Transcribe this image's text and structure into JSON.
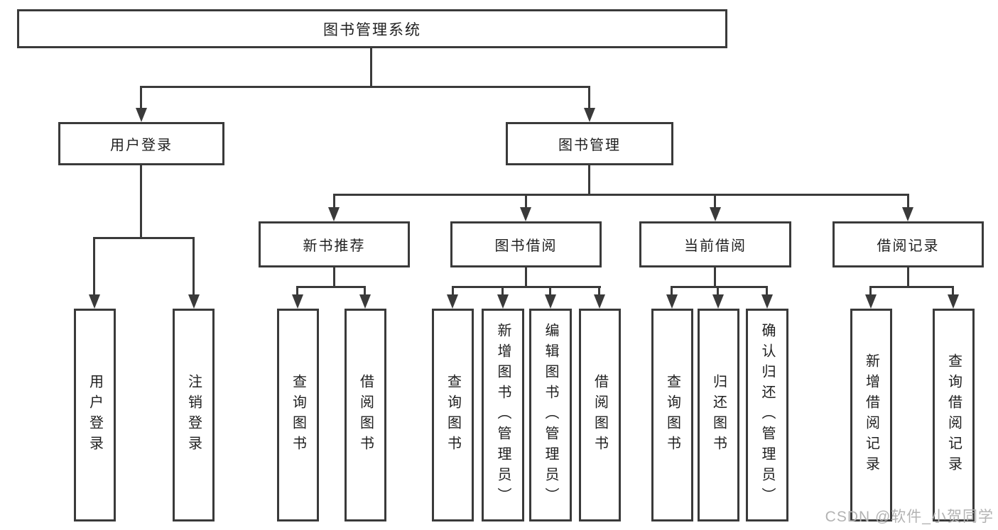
{
  "diagram": {
    "title": "图书管理系统",
    "nodes": {
      "user_login": "用户登录",
      "book_mgmt": "图书管理",
      "new_book_rec": "新书推荐",
      "book_borrow": "图书借阅",
      "current_borrow": "当前借阅",
      "borrow_record": "借阅记录"
    },
    "leaves": {
      "user_login": [
        "用户登录",
        "注销登录"
      ],
      "new_book_rec": [
        "查询图书",
        "借阅图书"
      ],
      "book_borrow": [
        "查询图书",
        "新增图书（管理员）",
        "编辑图书（管理员）",
        "借阅图书"
      ],
      "current_borrow": [
        "查询图书",
        "归还图书",
        "确认归还（管理员）"
      ],
      "borrow_record": [
        "新增借阅记录",
        "查询借阅记录"
      ]
    }
  },
  "watermark": "CSDN @软件_小贺同学",
  "colors": {
    "line": "#3a3a3a",
    "text": "#1f1f1f",
    "watermark": "#b3b3b3",
    "background": "#ffffff"
  }
}
